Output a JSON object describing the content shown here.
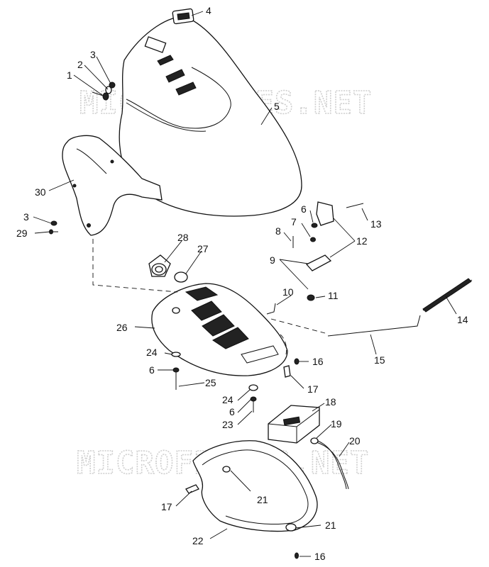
{
  "watermark": {
    "top": "MICROFICHES.NET",
    "bottom": "MICROFICHES.NET"
  },
  "callouts": {
    "c1": "1",
    "c2": "2",
    "c3a": "3",
    "c3b": "3",
    "c4": "4",
    "c5": "5",
    "c6a": "6",
    "c6b": "6",
    "c6c": "6",
    "c7": "7",
    "c8": "8",
    "c9": "9",
    "c10": "10",
    "c11": "11",
    "c12": "12",
    "c13": "13",
    "c14": "14",
    "c15": "15",
    "c16a": "16",
    "c16b": "16",
    "c17a": "17",
    "c17b": "17",
    "c18": "18",
    "c19": "19",
    "c20": "20",
    "c21a": "21",
    "c21b": "21",
    "c22": "22",
    "c23": "23",
    "c24a": "24",
    "c24b": "24",
    "c25": "25",
    "c26": "26",
    "c27": "27",
    "c28": "28",
    "c29": "29",
    "c30": "30"
  }
}
